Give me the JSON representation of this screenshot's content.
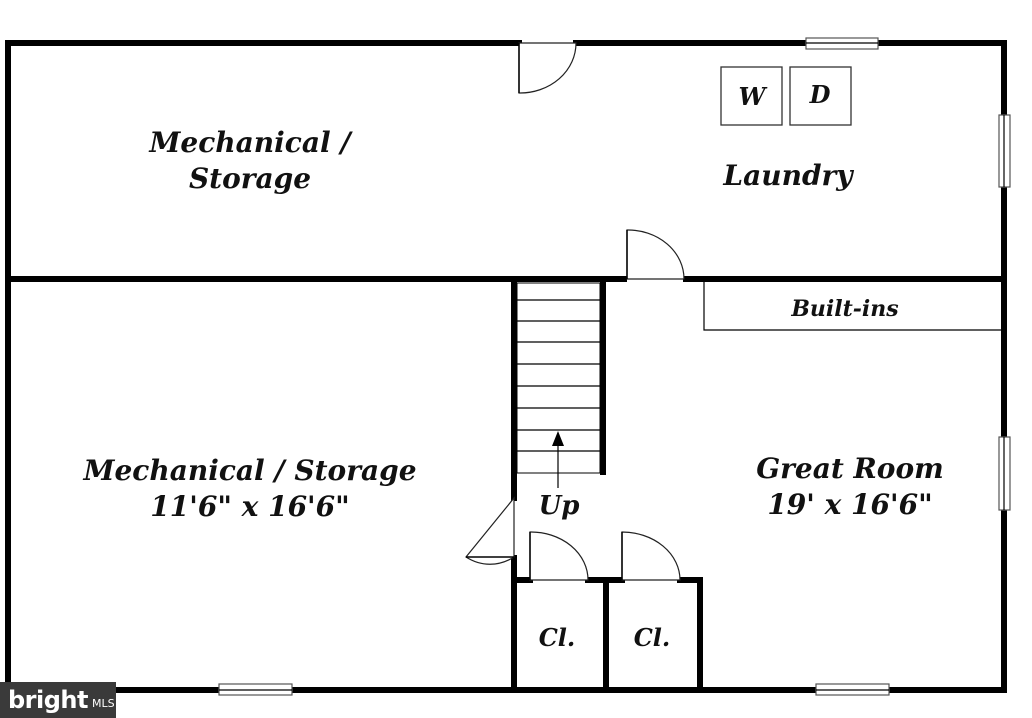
{
  "rooms": {
    "mech_storage_top_line1": "Mechanical /",
    "mech_storage_top_line2": "Storage",
    "laundry": "Laundry",
    "washer": "W",
    "dryer": "D",
    "built_ins": "Built-ins",
    "mech_storage_left_line1": "Mechanical / Storage",
    "mech_storage_left_line2": "11'6\" x 16'6\"",
    "great_room_line1": "Great Room",
    "great_room_line2": "19' x 16'6\"",
    "stairs": "Up",
    "closet1": "Cl.",
    "closet2": "Cl."
  },
  "watermark": {
    "brand": "bright",
    "suffix": "MLS"
  }
}
